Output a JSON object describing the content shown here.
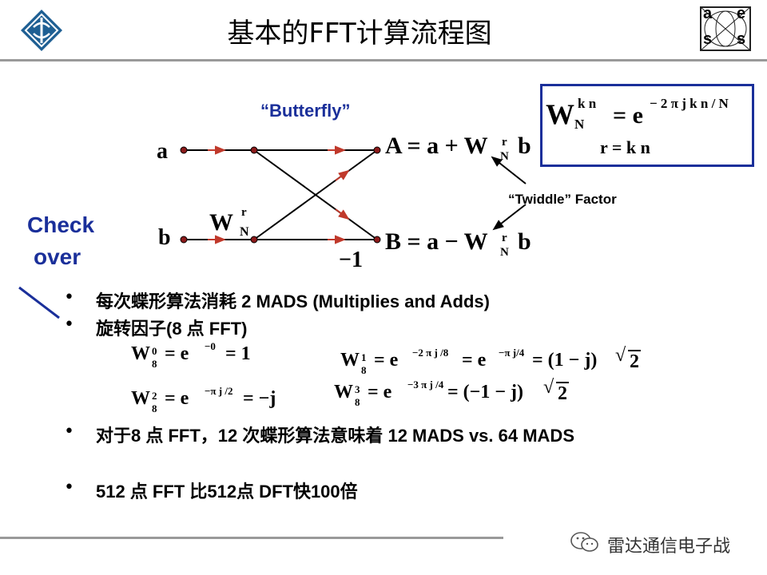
{
  "slide": {
    "title": "基本的FFT计算流程图",
    "left_logo": "ieee-logo-icon",
    "right_logo": {
      "icon": "aes-logo-icon",
      "letters": [
        "a",
        "e",
        "s",
        "s"
      ]
    }
  },
  "diagram": {
    "heading": "“Butterfly”",
    "input_a": "a",
    "input_b": "b",
    "twiddle_W": "W",
    "twiddle_sup": "r",
    "twiddle_sub": "N",
    "minus_one": "−1",
    "output_A_lhs": "A = a + W",
    "output_A_rhs": "b",
    "output_B_lhs": "B = a − W",
    "output_B_rhs": "b",
    "sup_r": "r",
    "sub_N": "N",
    "twiddle_label": "“Twiddle” Factor",
    "arrow_color": "#c0392b"
  },
  "formula_box": {
    "W": "W",
    "W_sup": "k n",
    "W_sub": "N",
    "equals_e": "= e",
    "exponent": "− 2 π j k n / N",
    "second_line": "r = k n",
    "border_color": "#1a2f9a"
  },
  "check_over": [
    "Check",
    "over"
  ],
  "bullets": [
    "每次蝶形算法消耗 2 MADS (Multiplies and Adds)",
    "旋转因子(8 点 FFT)",
    "对于8 点 FFT，12 次蝶形算法意味着 12 MADS vs. 64 MADS",
    "512 点 FFT 比512点 DFT快100倍"
  ],
  "bullet_glyph": "•",
  "twiddles": {
    "w0": {
      "W": "W",
      "sup": "0",
      "sub": "8",
      "rest": "= e",
      "exp": "−0",
      "tail": "= 1"
    },
    "w2": {
      "W": "W",
      "sup": "2",
      "sub": "8",
      "rest": "= e",
      "exp": "−π j /2",
      "tail": "= −j"
    },
    "w1": {
      "W": "W",
      "sup": "1",
      "sub": "8",
      "rest": "= e",
      "exp": "−2 π j /8",
      "mid": "= e",
      "exp2": "−π j/4",
      "tail": "= (1 − j)",
      "sqrt": "2"
    },
    "w3": {
      "W": "W",
      "sup": "3",
      "sub": "8",
      "rest": "= e",
      "exp": "−3 π j /4",
      "tail": "= (−1 − j)",
      "sqrt": "2"
    }
  },
  "watermark": "雷达通信电子战"
}
